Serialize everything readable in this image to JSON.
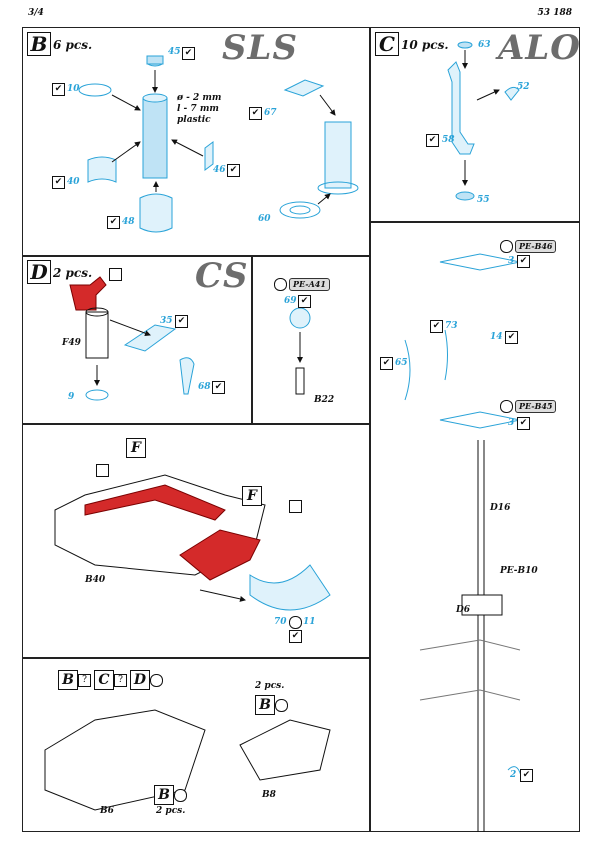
{
  "header": {
    "left": "3/4",
    "right": "53 188"
  },
  "colors": {
    "photoetch": "#2aa3d8",
    "resin": "#d42a2a",
    "fill": "#bfe3f5"
  },
  "panelB": {
    "letter": "B",
    "count": "6 pcs.",
    "title": "SLS",
    "spec": [
      "ø - 2 mm",
      "l - 7 mm",
      "plastic"
    ],
    "parts": [
      "45",
      "10",
      "40",
      "48",
      "46",
      "67",
      "60"
    ]
  },
  "panelC": {
    "letter": "C",
    "count": "10 pcs.",
    "title": "ALO",
    "parts": [
      "63",
      "52",
      "58",
      "55"
    ]
  },
  "panelD": {
    "letter": "D",
    "count": "2 pcs.",
    "title": "CS",
    "parts": [
      "35",
      "9",
      "68"
    ],
    "refs": [
      "F49"
    ]
  },
  "panelA41": {
    "badge": "PE-A41",
    "parts": [
      "69"
    ],
    "refs": [
      "B22"
    ]
  },
  "panelF": {
    "flag": "F",
    "parts": [
      "70",
      "11"
    ],
    "refs": [
      "B40"
    ]
  },
  "panelBottom": {
    "letters": [
      "B",
      "C",
      "D"
    ],
    "q": "?",
    "subLetter": "B",
    "subLetter2": "B",
    "pcs1": "2 pcs.",
    "pcs2": "2 pcs.",
    "refs": [
      "B6",
      "B8"
    ]
  },
  "panelRight": {
    "badges": [
      "PE-B46",
      "PE-B45"
    ],
    "parts": [
      "3",
      "73",
      "14",
      "65",
      "3",
      "2"
    ],
    "refs": [
      "D16",
      "PE-B10",
      "D6"
    ]
  },
  "icons": {
    "check": "✔",
    "pencil": "pencil-icon",
    "yinyang": "yin-yang-icon",
    "wheel": "wheel-icon"
  }
}
